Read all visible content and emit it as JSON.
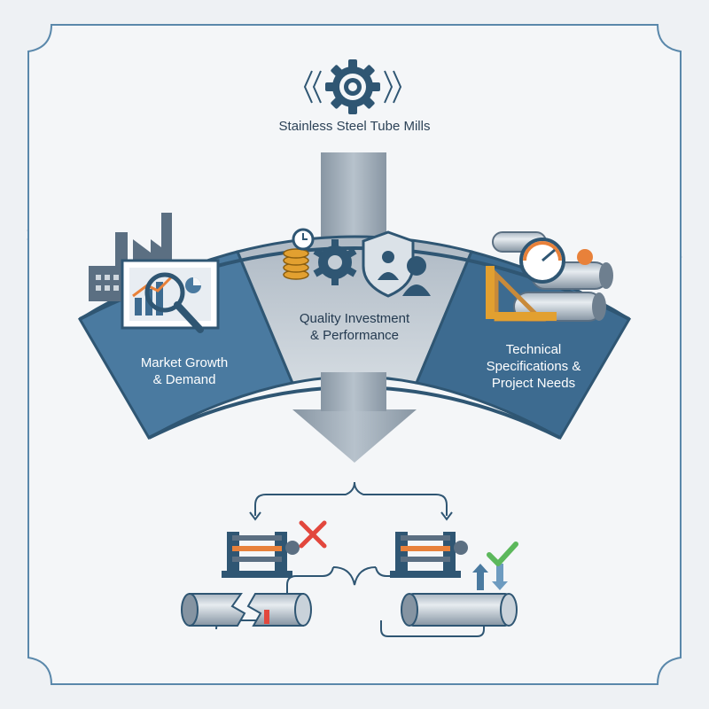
{
  "title": "Stainless Steel Tube Mills",
  "segments": [
    {
      "label": "Market Growth\n& Demand",
      "icon": "market-analysis-icon"
    },
    {
      "label": "Quality Investment\n& Performance",
      "icon": "quality-investment-icon"
    },
    {
      "label": "Technical\nSpecifications &\nProject Needs",
      "icon": "technical-specs-icon"
    }
  ],
  "outcomes": [
    {
      "result": "rejected",
      "icon": "red-cross-icon",
      "pipe": "cracked-pipe"
    },
    {
      "result": "approved",
      "icon": "green-check-icon",
      "pipe": "intact-pipe"
    }
  ],
  "colors": {
    "border": "#5a88ab",
    "dark_blue": "#2f5673",
    "panel_blue": "#4a7aa0",
    "panel_grey": "#c5ced6",
    "arrow": "#97a5b1",
    "red": "#e2473d",
    "green": "#5cb85c",
    "orange": "#e8813a"
  }
}
